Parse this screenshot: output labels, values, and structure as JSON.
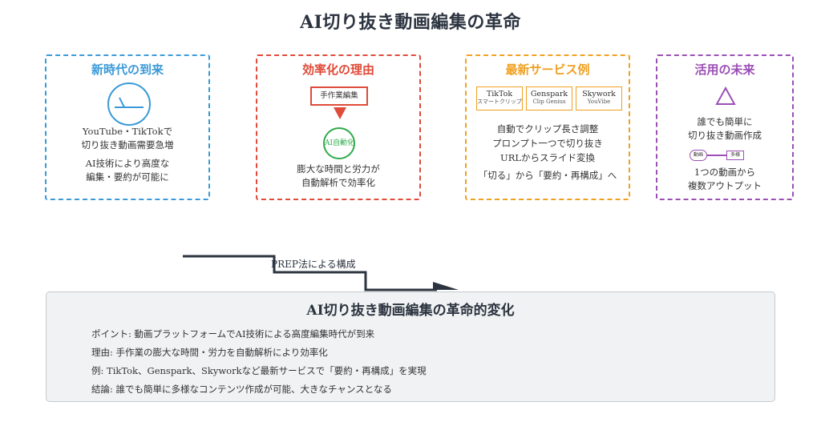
{
  "title": "AI切り抜き動画編集の革命",
  "cards": [
    {
      "heading": "新時代の到来",
      "lines": [
        "YouTube・TikTokで",
        "切り抜き動画需要急増",
        "AI技術により高度な",
        "編集・要約が可能に"
      ]
    },
    {
      "heading": "効率化の理由",
      "box_label": "手作業編集",
      "circle_label": "AI自動化",
      "lines": [
        "膨大な時間と労力が",
        "自動解析で効率化"
      ]
    },
    {
      "heading": "最新サービス例",
      "services": [
        {
          "name": "TikTok",
          "sub": "スマートクリップ"
        },
        {
          "name": "Genspark",
          "sub": "Clip Genius"
        },
        {
          "name": "Skywork",
          "sub": "YouVibe"
        }
      ],
      "lines": [
        "自動でクリップ長さ調整",
        "プロンプト一つで切り抜き",
        "URLからスライド変換",
        "「切る」から「要約・再構成」へ"
      ]
    },
    {
      "heading": "活用の未来",
      "lines": [
        "誰でも簡単に",
        "切り抜き動画作成"
      ],
      "node_in": "動画",
      "node_out": "多様",
      "lines2": [
        "1つの動画から",
        "複数アウトプット"
      ]
    }
  ],
  "flow_label": "PREP法による構成",
  "summary": {
    "heading": "AI切り抜き動画編集の革命的変化",
    "lines": [
      "ポイント: 動画プラットフォームでAI技術による高度編集時代が到来",
      "理由: 手作業の膨大な時間・労力を自動解析により効率化",
      "例: TikTok、Genspark、Skyworkなど最新サービスで「要約・再構成」を実現",
      "結論: 誰でも簡単に多様なコンテンツ作成が可能、大きなチャンスとなる"
    ]
  },
  "colors": {
    "blue": "#3a9ad9",
    "red": "#e04b3a",
    "orange": "#f0a020",
    "green": "#2eaa4a",
    "purple": "#9b4fb5",
    "dark": "#2c3440"
  }
}
